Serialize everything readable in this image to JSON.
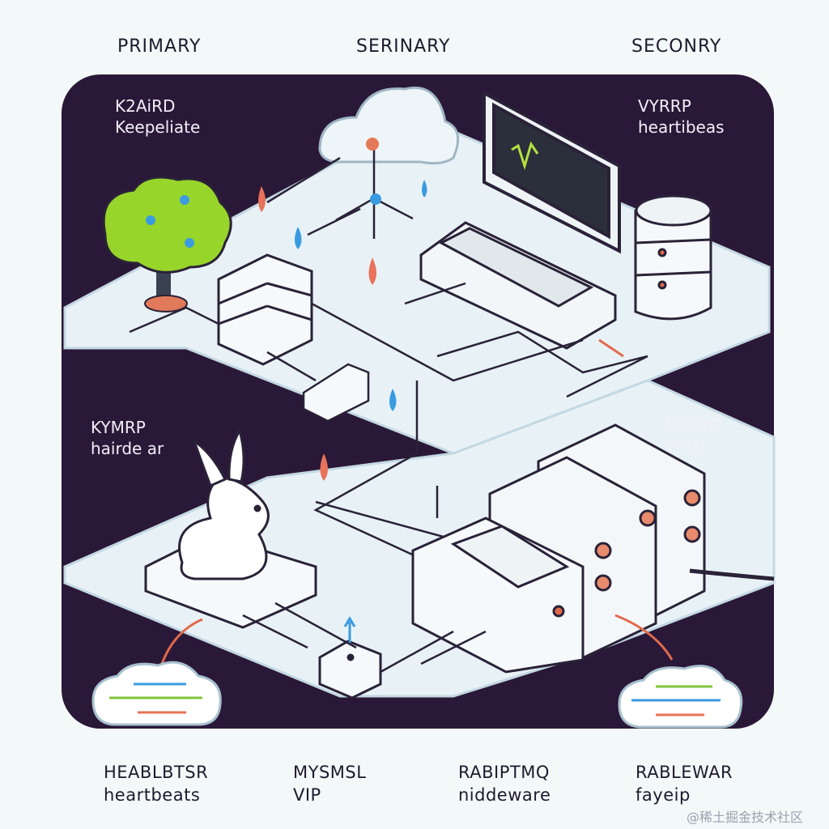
{
  "top_labels": {
    "primary": "PRIMARY",
    "middle": "SERINARY",
    "secondary": "SECONRY"
  },
  "inner_labels": {
    "top_left": {
      "line1": "K2AiRD",
      "line2": "Keepeliate"
    },
    "top_right": {
      "line1": "VYRRP",
      "line2": "heartibeas"
    },
    "mid_left": {
      "line1": "KYMRP",
      "line2": "hairde ar"
    },
    "mid_right": {
      "line1": "MYDYQ",
      "line2": "VRi3l"
    }
  },
  "bottom_labels": [
    {
      "line1": "HEABLBTSR",
      "line2": "heartbeats"
    },
    {
      "line1": "MYSMSL",
      "line2": "VIP"
    },
    {
      "line1": "RABIPTMQ",
      "line2": "niddeware"
    },
    {
      "line1": "RABLEWAR",
      "line2": "fayeip"
    }
  ],
  "watermark": "@稀土掘金技术社区",
  "colors": {
    "background": "#2a1838",
    "platform": "#e8f2f6",
    "accent_red": "#e06a4c",
    "accent_blue": "#3a9be0",
    "monitor_green": "#a4d82e"
  }
}
